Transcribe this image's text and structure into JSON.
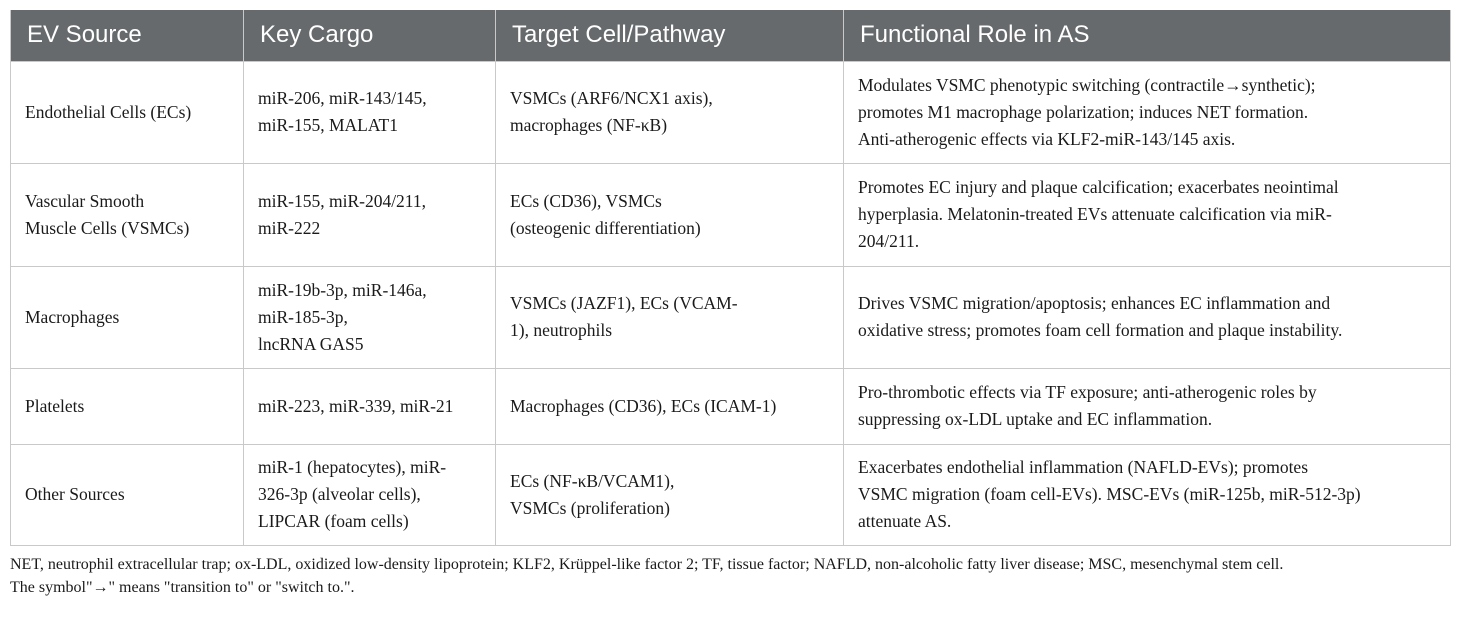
{
  "table": {
    "headers": [
      "EV Source",
      "Key Cargo",
      "Target Cell/Pathway",
      "Functional Role in AS"
    ],
    "rows": [
      {
        "source": "Endothelial Cells (ECs)",
        "cargo": "miR-206, miR-143/145,\nmiR-155, MALAT1",
        "target": "VSMCs (ARF6/NCX1 axis),\nmacrophages (NF-κB)",
        "role": "Modulates VSMC phenotypic switching (contractile→synthetic);\npromotes M1 macrophage polarization; induces NET formation.\nAnti-atherogenic effects via KLF2-miR-143/145 axis."
      },
      {
        "source": "Vascular Smooth\nMuscle Cells (VSMCs)",
        "cargo": "miR-155, miR-204/211,\nmiR-222",
        "target": "ECs (CD36), VSMCs\n(osteogenic differentiation)",
        "role": "Promotes EC injury and plaque calcification; exacerbates neointimal\nhyperplasia. Melatonin-treated EVs attenuate calcification via miR-\n204/211."
      },
      {
        "source": "Macrophages",
        "cargo": "miR-19b-3p, miR-146a,\nmiR-185-3p,\nlncRNA GAS5",
        "target": "VSMCs (JAZF1), ECs (VCAM-\n1), neutrophils",
        "role": "Drives VSMC migration/apoptosis; enhances EC inflammation and\noxidative stress; promotes foam cell formation and plaque instability."
      },
      {
        "source": "Platelets",
        "cargo": "miR-223, miR-339, miR-21",
        "target": "Macrophages (CD36), ECs (ICAM-1)",
        "role": "Pro-thrombotic effects via TF exposure; anti-atherogenic roles by\nsuppressing ox-LDL uptake and EC inflammation."
      },
      {
        "source": "Other Sources",
        "cargo": "miR-1 (hepatocytes), miR-\n326-3p (alveolar cells),\nLIPCAR (foam cells)",
        "target": "ECs (NF-κB/VCAM1),\nVSMCs (proliferation)",
        "role": "Exacerbates endothelial inflammation (NAFLD-EVs); promotes\nVSMC migration (foam cell-EVs). MSC-EVs (miR-125b, miR-512-3p)\nattenuate AS."
      }
    ]
  },
  "footnotes": {
    "abbreviations": "NET, neutrophil extracellular trap; ox-LDL, oxidized low-density lipoprotein; KLF2, Krüppel-like factor 2; TF, tissue factor; NAFLD, non-alcoholic fatty liver disease; MSC, mesenchymal stem cell.",
    "symbol_note": "The symbol\"→\"  means \"transition to\" or \"switch to.\"."
  }
}
